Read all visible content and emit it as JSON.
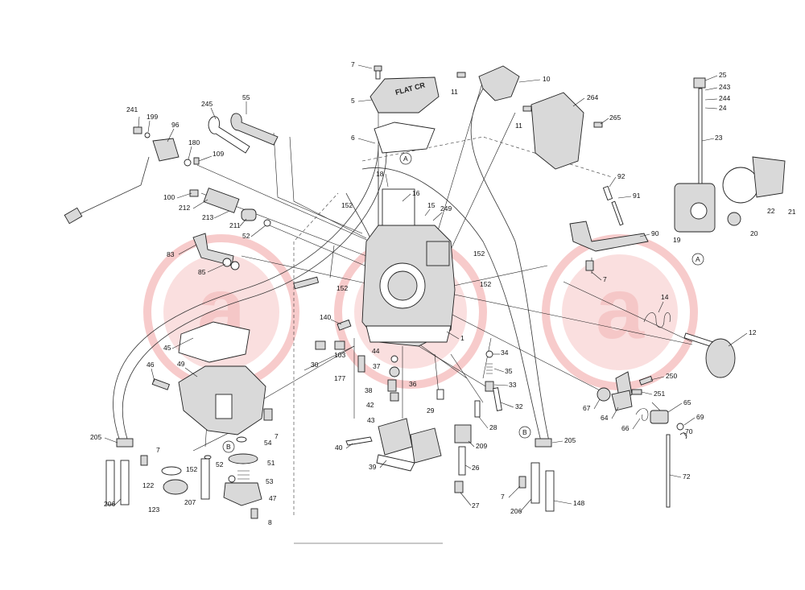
{
  "watermark": {
    "letter": "a",
    "color": "#f2a2a2",
    "ring_color": "#f4b6b6"
  },
  "emblem_text": "FLAT CR",
  "callouts": {
    "c7a": "7",
    "c5": "5",
    "c6": "6",
    "c241": "241",
    "c199": "199",
    "c96": "96",
    "c245": "245",
    "c55": "55",
    "c180": "180",
    "c109": "109",
    "c100": "100",
    "c212": "212",
    "c213": "213",
    "c211": "211",
    "c52a": "52",
    "c83": "83",
    "c85": "85",
    "c152a": "152",
    "c152b": "152",
    "c152c": "152",
    "c152d": "152",
    "c18": "18",
    "c16": "16",
    "c15": "15",
    "c249": "249",
    "cA1": "A",
    "c11a": "11",
    "c11b": "11",
    "c10": "10",
    "c264": "264",
    "c265": "265",
    "c25": "25",
    "c243": "243",
    "c244": "244",
    "c24": "24",
    "c23": "23",
    "c21": "21",
    "c22": "22",
    "c20": "20",
    "c19": "19",
    "cA2": "A",
    "c92": "92",
    "c91": "91",
    "c90": "90",
    "c7b": "7",
    "c14": "14",
    "c12": "12",
    "c140": "140",
    "c1": "1",
    "c45": "45",
    "c49": "49",
    "c46": "46",
    "c30": "30",
    "c103": "103",
    "c177": "177",
    "c44": "44",
    "c37": "37",
    "c36": "36",
    "c38": "38",
    "c42": "42",
    "c43": "43",
    "c29": "29",
    "c34": "34",
    "c35": "35",
    "c33": "33",
    "c32": "32",
    "c28": "28",
    "c209": "209",
    "c26": "26",
    "c27": "27",
    "c40": "40",
    "c39": "39",
    "c250": "250",
    "c251": "251",
    "c67": "67",
    "c64": "64",
    "c66": "66",
    "c65": "65",
    "c69": "69",
    "c70": "70",
    "c72": "72",
    "c205a": "205",
    "c205b": "205",
    "cB1": "B",
    "cB2": "B",
    "c7c": "7",
    "c7d": "7",
    "c54": "54",
    "c51": "51",
    "c53": "53",
    "c52b": "52",
    "c47": "47",
    "c8": "8",
    "c122": "122",
    "c123": "123",
    "c207": "207",
    "c206a": "206",
    "c206b": "206",
    "c7e": "7",
    "c148": "148"
  }
}
